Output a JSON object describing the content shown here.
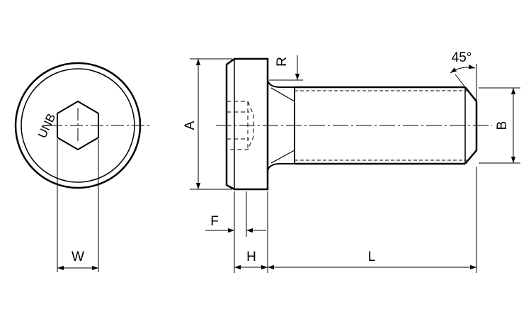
{
  "drawing": {
    "head_mark": "UNB",
    "dims": {
      "A": "A",
      "B": "B",
      "R": "R",
      "F": "F",
      "H": "H",
      "L": "L",
      "W": "W",
      "angle": "45°"
    }
  }
}
